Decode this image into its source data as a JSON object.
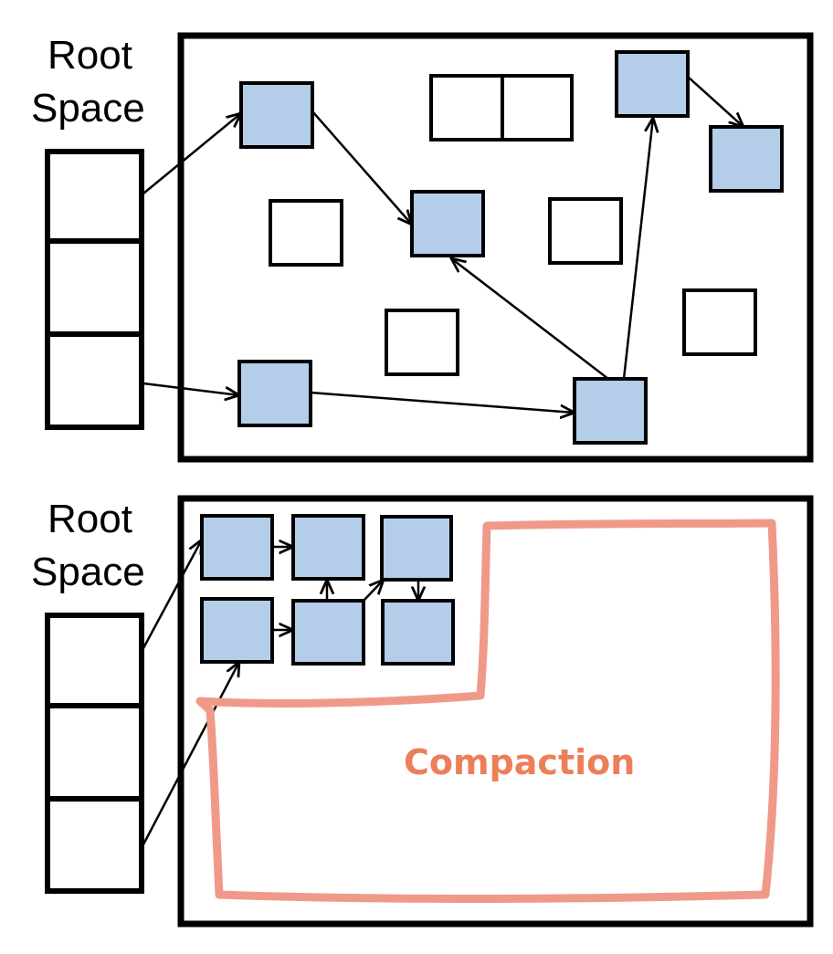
{
  "panels": {
    "before": {
      "root_label_line1": "Root",
      "root_label_line2": "Space"
    },
    "after": {
      "root_label_line1": "Root",
      "root_label_line2": "Space",
      "free_region_label": "Compaction"
    }
  },
  "colors": {
    "live_object": "#b4cde8",
    "dead_object": "#ffffff",
    "outline": "#000000",
    "compaction_outline": "#ef9a88",
    "compaction_text": "#ec7f58"
  }
}
